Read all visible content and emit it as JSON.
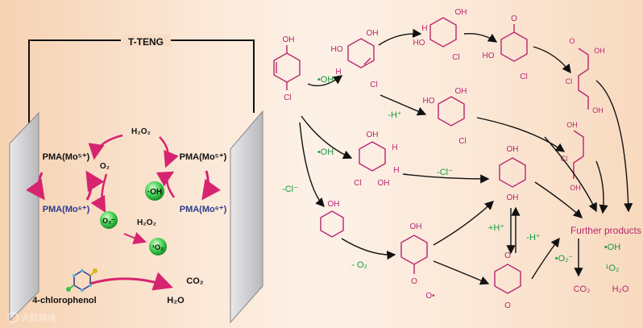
{
  "title": "T-TENG",
  "left": {
    "pma_mo5_left": "PMA(Mo⁵⁺)",
    "pma_mo6_left": "PMA(Mo⁶⁺)",
    "pma_mo5_right": "PMA(Mo⁵⁺)",
    "pma_mo6_right": "PMA(Mo⁶⁺)",
    "h2o2_top": "H₂O₂",
    "h2o2_mid": "H₂O₂",
    "o2": "O₂",
    "oh_radical": "·OH",
    "superoxide": "O₂⁻",
    "singlet_o2": "¹O₂",
    "substrate": "4-chlorophenol",
    "co2": "CO₂",
    "h2o": "H₂O"
  },
  "pathway": {
    "oh_add_1": "•OH",
    "oh_add_2": "•OH",
    "minus_h": "-H⁺",
    "minus_cl_a": "-Cl⁻",
    "minus_cl_b": "-Cl⁻",
    "minus_o2": "- O₂",
    "plus_h": "+H⁺",
    "minus_h_2": "-H⁺",
    "further_products": "Further products",
    "final_oh": "•OH",
    "final_superoxide": "•O₂⁻",
    "final_singlet": "¹O₂",
    "final_co2": "CO₂",
    "final_h2o": "H₂O"
  },
  "labels": {
    "oh": "OH",
    "cl": "Cl",
    "o": "O",
    "h": "H",
    "ho": "HO",
    "oo": "O",
    "oo_dot": "O•"
  },
  "watermark": "大数跨境",
  "colors": {
    "magenta": "#b8256e",
    "green": "#159a3a",
    "blue": "#2b3a8f"
  }
}
